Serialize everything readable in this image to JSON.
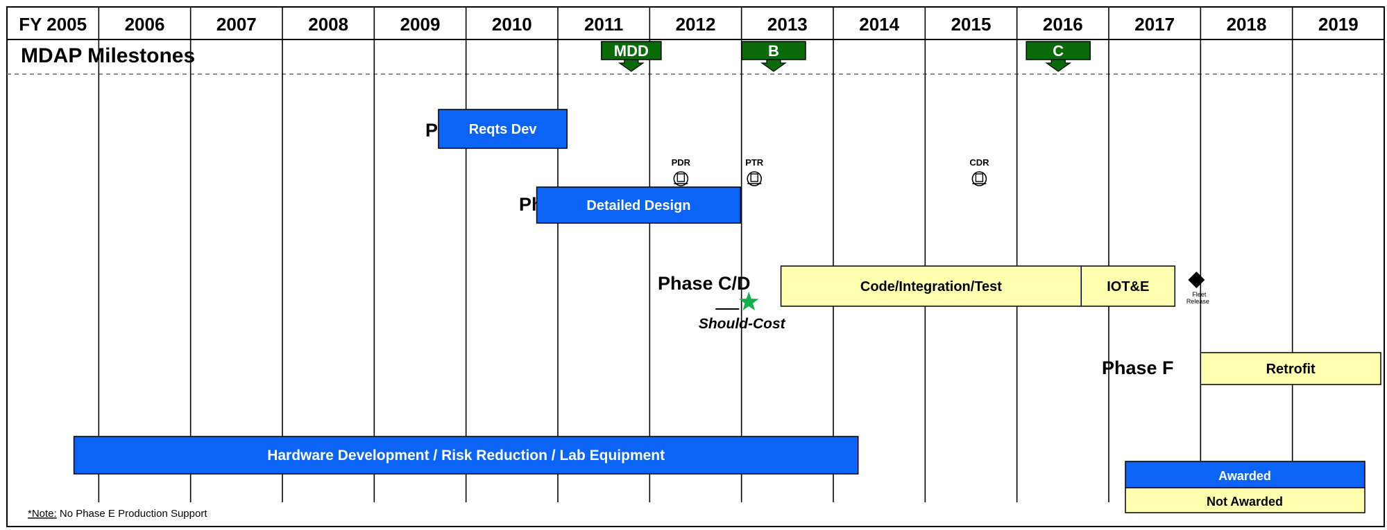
{
  "years": [
    "FY 2005",
    "2006",
    "2007",
    "2008",
    "2009",
    "2010",
    "2011",
    "2012",
    "2013",
    "2014",
    "2015",
    "2016",
    "2017",
    "2018",
    "2019"
  ],
  "milestones_title": "MDAP Milestones",
  "milestones": [
    {
      "label": "MDD",
      "year": 2011.8
    },
    {
      "label": "B",
      "year": 2013.35
    },
    {
      "label": "C",
      "year": 2016.45
    }
  ],
  "phases": [
    {
      "label": "Phase A"
    },
    {
      "label": "Phase B"
    },
    {
      "label": "Phase C/D"
    },
    {
      "label": "Phase F"
    }
  ],
  "bars": [
    {
      "label": "Reqts Dev",
      "start": 2009.7,
      "end": 2011.1,
      "status": "awarded"
    },
    {
      "label": "Detailed Design",
      "start": 2010.77,
      "end": 2012.99,
      "status": "awarded"
    },
    {
      "label": "Code/Integration/Test",
      "start": 2013.43,
      "end": 2016.7,
      "status": "not_awarded"
    },
    {
      "label": "IOT&E",
      "start": 2016.7,
      "end": 2017.72,
      "status": "not_awarded"
    },
    {
      "label": "Retrofit",
      "start": 2018.0,
      "end": 2020.0,
      "status": "not_awarded"
    },
    {
      "label": "Hardware Development / Risk Reduction / Lab Equipment",
      "start": 2005.73,
      "end": 2014.27,
      "status": "awarded"
    }
  ],
  "reviews": [
    {
      "label": "PDR",
      "year": 2012.34
    },
    {
      "label": "PTR",
      "year": 2013.14
    },
    {
      "label": "CDR",
      "year": 2015.59
    }
  ],
  "fleet_release": {
    "label_line1": "Fleet",
    "label_line2": "Release",
    "year": 2018.0
  },
  "should_cost": {
    "label": "Should-Cost",
    "year": 2013.08
  },
  "legend": {
    "awarded": "Awarded",
    "not_awarded": "Not Awarded"
  },
  "note": {
    "prefix": "*Note:",
    "text": " No Phase E Production Support"
  },
  "colors": {
    "awarded": "#0b64f5",
    "not_awarded": "#ffffb0",
    "milestone": "#0a6b0a",
    "star": "#12b04a"
  }
}
